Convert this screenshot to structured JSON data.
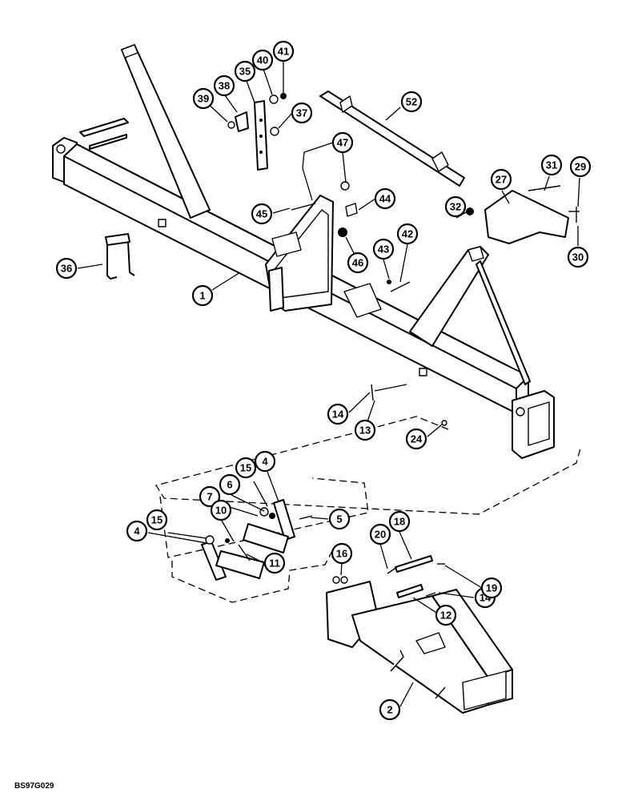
{
  "diagram": {
    "reference_code": "BS97G029",
    "callouts": [
      {
        "id": "c1",
        "label": "1"
      },
      {
        "id": "c2",
        "label": "2"
      },
      {
        "id": "c4a",
        "label": "4"
      },
      {
        "id": "c4b",
        "label": "4"
      },
      {
        "id": "c5",
        "label": "5"
      },
      {
        "id": "c6",
        "label": "6"
      },
      {
        "id": "c7",
        "label": "7"
      },
      {
        "id": "c10",
        "label": "10"
      },
      {
        "id": "c11",
        "label": "11"
      },
      {
        "id": "c12",
        "label": "12"
      },
      {
        "id": "c13",
        "label": "13"
      },
      {
        "id": "c14a",
        "label": "14"
      },
      {
        "id": "c14b",
        "label": "14"
      },
      {
        "id": "c15a",
        "label": "15"
      },
      {
        "id": "c15b",
        "label": "15"
      },
      {
        "id": "c16",
        "label": "16"
      },
      {
        "id": "c18",
        "label": "18"
      },
      {
        "id": "c19",
        "label": "19"
      },
      {
        "id": "c20",
        "label": "20"
      },
      {
        "id": "c24",
        "label": "24"
      },
      {
        "id": "c27",
        "label": "27"
      },
      {
        "id": "c29",
        "label": "29"
      },
      {
        "id": "c30",
        "label": "30"
      },
      {
        "id": "c31",
        "label": "31"
      },
      {
        "id": "c32",
        "label": "32"
      },
      {
        "id": "c35",
        "label": "35"
      },
      {
        "id": "c36",
        "label": "36"
      },
      {
        "id": "c37",
        "label": "37"
      },
      {
        "id": "c38",
        "label": "38"
      },
      {
        "id": "c39",
        "label": "39"
      },
      {
        "id": "c40",
        "label": "40"
      },
      {
        "id": "c41",
        "label": "41"
      },
      {
        "id": "c42",
        "label": "42"
      },
      {
        "id": "c43",
        "label": "43"
      },
      {
        "id": "c44",
        "label": "44"
      },
      {
        "id": "c45",
        "label": "45"
      },
      {
        "id": "c46",
        "label": "46"
      },
      {
        "id": "c47",
        "label": "47"
      },
      {
        "id": "c52",
        "label": "52"
      }
    ]
  }
}
